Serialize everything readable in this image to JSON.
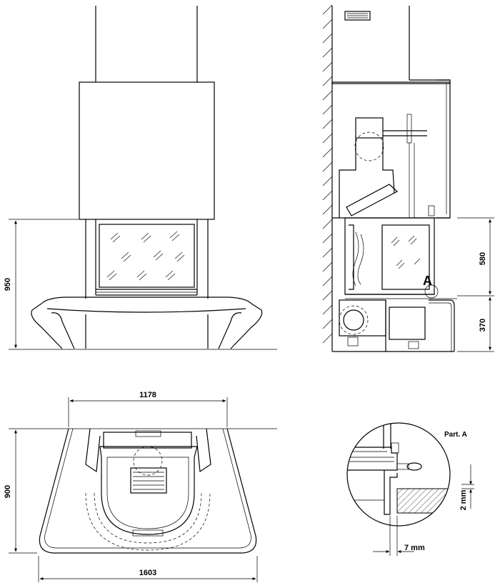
{
  "dimensions": {
    "front_height": "950",
    "side_upper": "580",
    "side_lower": "370",
    "plan_inner_width": "1178",
    "plan_depth": "900",
    "plan_outer_width": "1603",
    "detail_gap_vertical": "2 mm",
    "detail_gap_horizontal": "7 mm"
  },
  "labels": {
    "detail_marker": "A",
    "detail_title": "Part. A"
  },
  "colors": {
    "line": "#000000",
    "background": "#ffffff"
  }
}
